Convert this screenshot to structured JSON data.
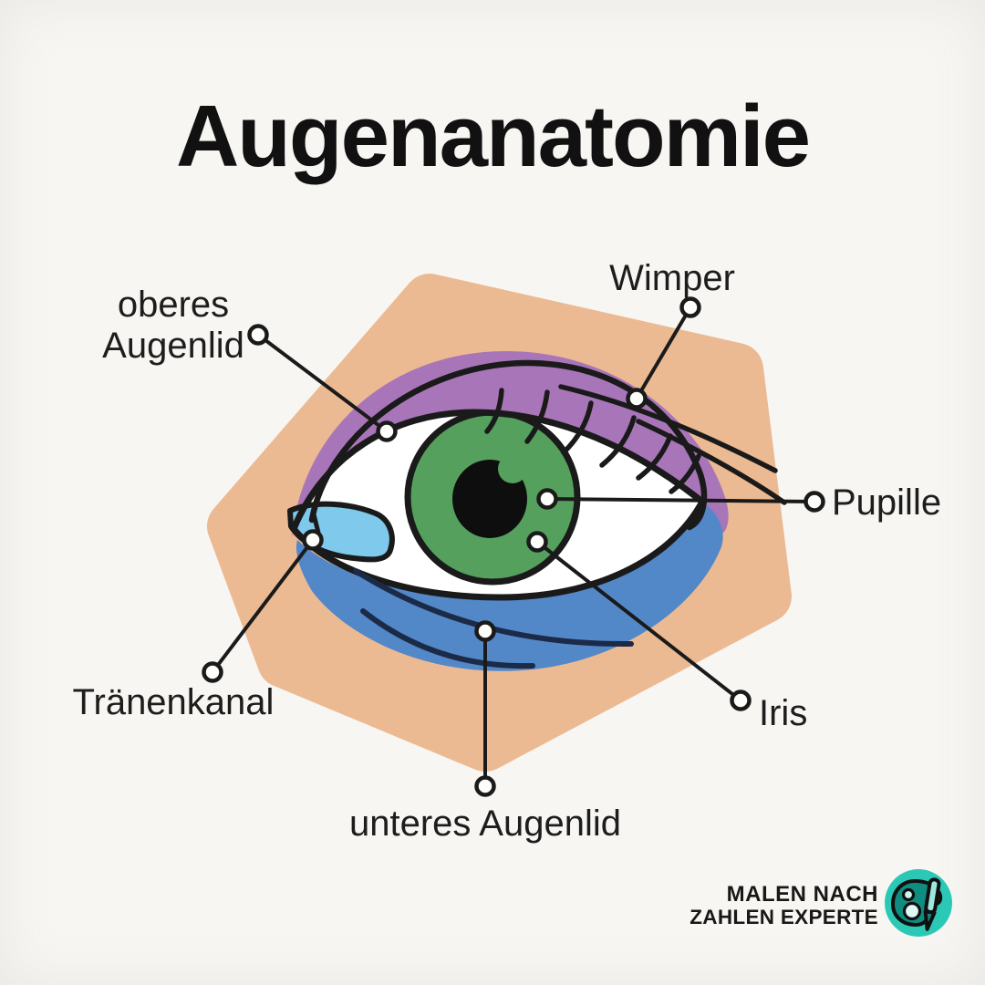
{
  "title": "Augenanatomie",
  "diagram": {
    "description": "Labeled anatomy diagram of a human eye on a peach hexagon",
    "labels": {
      "upper_eyelid": {
        "line1": "oberes",
        "line2": "Augenlid"
      },
      "eyelash": {
        "text": "Wimper"
      },
      "pupil": {
        "text": "Pupille"
      },
      "iris": {
        "text": "Iris"
      },
      "tear_duct": {
        "text": "Tränenkanal"
      },
      "lower_eyelid": {
        "text": "unteres Augenlid"
      }
    }
  },
  "colors": {
    "background": "#f7f6f3",
    "hexagon": "#ecba92",
    "upper_eyelid": "#a875b8",
    "lower_eyelid": "#5287c8",
    "tear_duct": "#7fc9ec",
    "iris_green": "#55a05d",
    "pupil_black": "#0e0e0e",
    "sclera": "#ffffff",
    "outline": "#1a1a1a",
    "lower_lid_line": "#1b2a47",
    "logo_teal": "#2cc8b6",
    "logo_palette_teal": "#0f8d80",
    "text": "#1d1d1d"
  },
  "logo": {
    "line1": "MALEN NACH",
    "line2": "ZAHLEN EXPERTE",
    "icon": "paint-palette-and-brush"
  }
}
